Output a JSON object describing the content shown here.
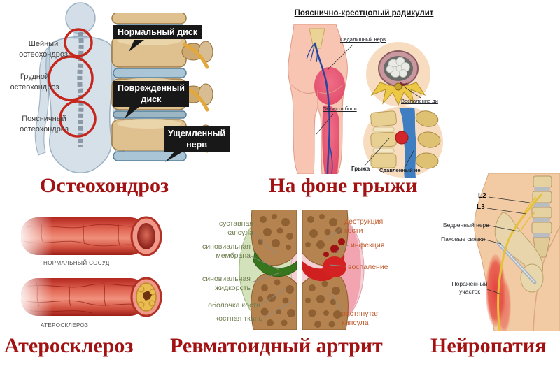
{
  "colors": {
    "caption_red": "#a31212",
    "circle_red": "#c5271d",
    "black_label_bg": "#181818",
    "healthy_green": "#38761d",
    "inflamed_red": "#cf1f1f",
    "nerve_yellow": "#e6c23c",
    "pain_pink": "#e6536f",
    "vessel_red": "#b3261e",
    "plaque_yellow": "#e9bd52",
    "skin_tone": "#f2cba4",
    "bone_tan": "#dfc08f"
  },
  "osteochondrosis": {
    "caption": "Остеохондроз",
    "body_labels": [
      "Шейный\nостеохондроз",
      "Грудной\nостеохондроз",
      "Поясничный\nостеохондроз"
    ],
    "disc_labels": [
      "Нормальный диск",
      "Поврежденный\nдиск",
      "Ущемленный\nнерв"
    ]
  },
  "hernia": {
    "title": "Пояснично-крестцовый радикулит",
    "caption": "На фоне грыжи",
    "labels": {
      "sciatic_nerve": "Седалищный нерв",
      "pain_area": "Области боли",
      "inflamed_disc": "Воспаление ди",
      "hernia": "Грыжа",
      "compressed_nerve": "Сдавленный не"
    }
  },
  "atherosclerosis": {
    "caption": "Атеросклероз",
    "normal_vessel_label": "НОРМАЛЬНЫЙ СОСУД",
    "diseased_vessel_label": "АТЕРОСКЛЕРОЗ"
  },
  "arthritis": {
    "caption": "Ревматоидный артрит",
    "left_labels": [
      "суставная\nкапсула",
      "синовиальная\nмембрана",
      "синовиальная\nжидкорсть",
      "оболочка кости",
      "костная ткань"
    ],
    "right_labels": [
      "деструкция\nкости",
      "инфекция",
      "воспаление",
      "растянутая\nкапсула"
    ]
  },
  "neuropathy": {
    "caption": "Нейропатия",
    "labels": {
      "l2": "L2",
      "l3": "L3",
      "femoral_nerve": "Бедренный нерв",
      "inguinal_ligaments": "Паховые связки",
      "affected_area": "Пораженный\nучасток"
    }
  }
}
